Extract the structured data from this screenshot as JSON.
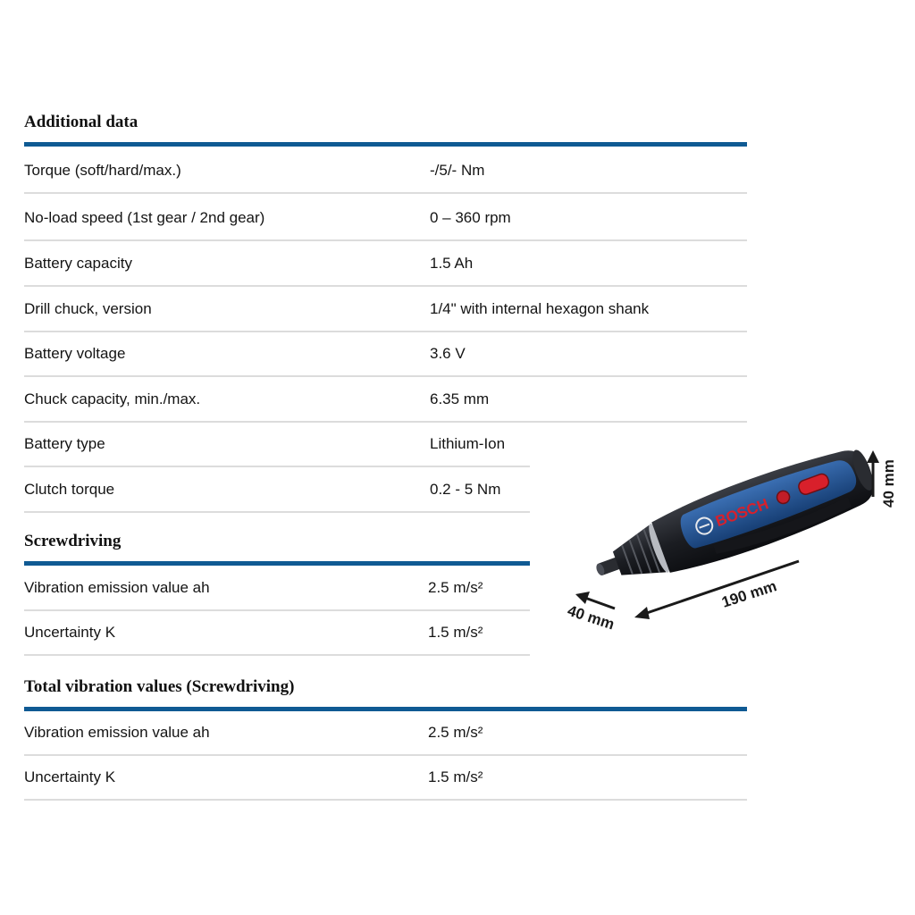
{
  "sections": {
    "additional": {
      "title": "Additional data",
      "rows": [
        {
          "label": "Torque (soft/hard/max.)",
          "value": "-/5/- Nm"
        },
        {
          "label": "No-load speed (1st gear / 2nd gear)",
          "value": "0 – 360 rpm"
        },
        {
          "label": "Battery capacity",
          "value": "1.5 Ah"
        },
        {
          "label": "Drill chuck, version",
          "value": "1/4\" with internal hexagon shank"
        },
        {
          "label": "Battery voltage",
          "value": "3.6 V"
        },
        {
          "label": "Chuck capacity, min./max.",
          "value": "6.35 mm"
        },
        {
          "label": "Battery type",
          "value": "Lithium-Ion"
        },
        {
          "label": "Clutch torque",
          "value": "0.2 - 5 Nm"
        }
      ]
    },
    "screwdriving": {
      "title": "Screwdriving",
      "rows": [
        {
          "label": "Vibration emission value ah",
          "value": "2.5 m/s²"
        },
        {
          "label": "Uncertainty K",
          "value": "1.5 m/s²"
        }
      ]
    },
    "total": {
      "title": "Total vibration values (Screwdriving)",
      "rows": [
        {
          "label": "Vibration emission value ah",
          "value": "2.5 m/s²"
        },
        {
          "label": "Uncertainty K",
          "value": "1.5 m/s²"
        }
      ]
    }
  },
  "illustration": {
    "brand": "BOSCH",
    "height_dim": "40 mm",
    "length_dim": "190 mm",
    "width_dim": "40 mm"
  },
  "colors": {
    "rule_blue": "#0f5a93",
    "divider_gray": "#dcdcdc",
    "tool_blue": "#1f4f8f",
    "tool_black": "#1b1d22",
    "brand_red": "#d8202b"
  }
}
